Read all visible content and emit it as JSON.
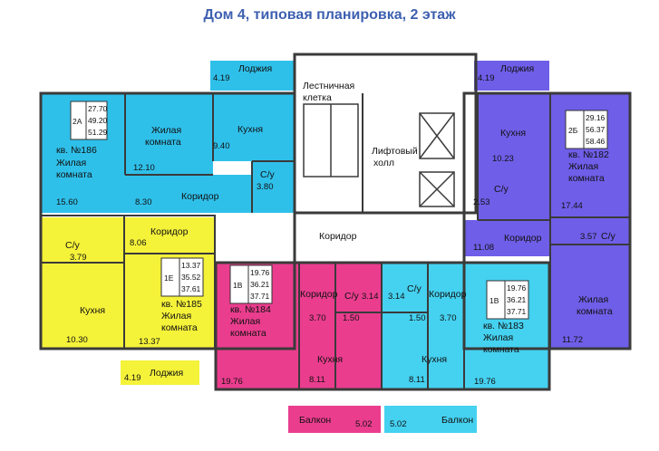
{
  "title": "Дом 4, типовая планировка, 2 этаж",
  "colors": {
    "blue": "#2fc0ea",
    "cyan": "#45d1f0",
    "yellow": "#f5f23a",
    "pink": "#ea3d8e",
    "violet": "#6f5ee8",
    "wall": "#3a3a3a",
    "title": "#3d5fb0"
  },
  "common": {
    "stair_l1": "Лестничная",
    "stair_l2": "клетка",
    "lift_l1": "Лифтовый",
    "lift_l2": "холл",
    "corridor": "Коридор"
  },
  "apt186": {
    "type": "2А",
    "areas": [
      "27.70",
      "49.20",
      "51.29"
    ],
    "num": "кв. №186",
    "living_l1": "Жилая",
    "living_l2": "комната",
    "room1": "15.60",
    "living2_l1": "Жилая",
    "living2_l2": "комната",
    "room2": "12.10",
    "kitchen": "Кухня",
    "kitchen_area": "9.40",
    "bath": "С/у",
    "bath_area": "3.80",
    "corridor": "Коридор",
    "corridor_area": "8.30",
    "loggia": "Лоджия",
    "loggia_area": "4.19"
  },
  "apt185": {
    "type": "1Е",
    "areas": [
      "13.37",
      "35.52",
      "37.61"
    ],
    "num": "кв. №185",
    "living_l1": "Жилая",
    "living_l2": "комната",
    "room_area": "13.37",
    "kitchen": "Кухня",
    "kitchen_area": "10.30",
    "bath": "С/у",
    "bath_area": "3.79",
    "corridor": "Коридор",
    "corridor_area": "8.06",
    "loggia": "Лоджия",
    "loggia_area": "4.19"
  },
  "apt184": {
    "type": "1В",
    "areas": [
      "19.76",
      "36.21",
      "37.71"
    ],
    "num": "кв. №184",
    "living_l1": "Жилая",
    "living_l2": "комната",
    "room_area": "19.76",
    "corridor": "Коридор",
    "corridor_area": "3.70",
    "bath": "С/у",
    "bath_area": "3.14",
    "hall_area": "1.50",
    "kitchen": "Кухня",
    "kitchen_area": "8.11",
    "balcony": "Балкон",
    "balcony_area": "5.02"
  },
  "apt183": {
    "type": "1В",
    "areas": [
      "19.76",
      "36.21",
      "37.71"
    ],
    "num": "кв. №183",
    "living_l1": "Жилая",
    "living_l2": "комната",
    "room_area": "19.76",
    "corridor": "Коридор",
    "corridor_area": "3.70",
    "bath": "С/у",
    "bath_area": "3.14",
    "hall_area": "1.50",
    "kitchen": "Кухня",
    "kitchen_area": "8.11",
    "balcony": "Балкон",
    "balcony_area": "5.02"
  },
  "apt182": {
    "type": "2Б",
    "areas": [
      "29.16",
      "56.37",
      "58.46"
    ],
    "num": "кв. №182",
    "living_l1": "Жилая",
    "living_l2": "комната",
    "room1": "17.44",
    "kitchen": "Кухня",
    "kitchen_area": "10.23",
    "bath1": "С/у",
    "bath1_area": "2.53",
    "bath2": "С/у",
    "bath2_area": "3.57",
    "corridor": "Коридор",
    "corridor_area": "11.08",
    "living2_l1": "Жилая",
    "living2_l2": "комната",
    "room2": "11.72",
    "loggia": "Лоджия",
    "loggia_area": "4.19"
  }
}
